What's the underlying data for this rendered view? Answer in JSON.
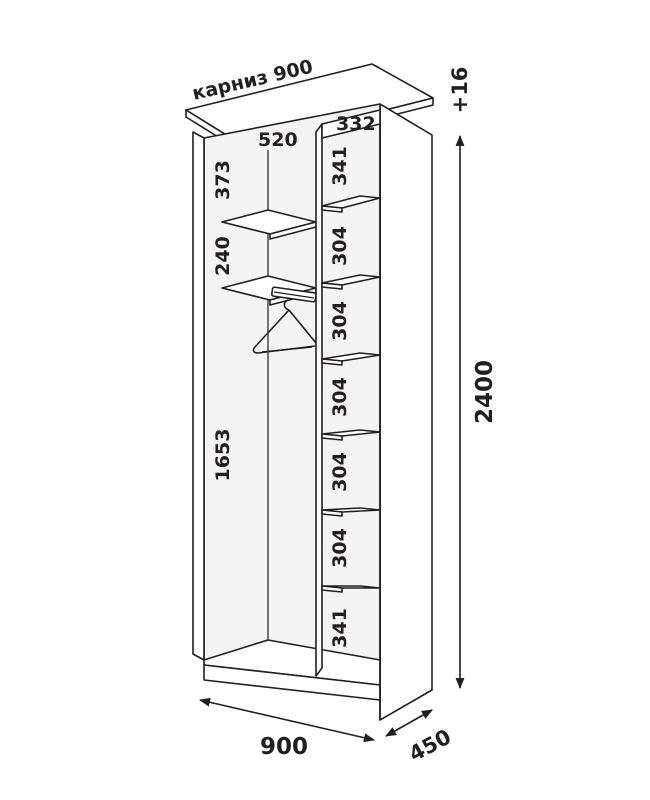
{
  "labels": {
    "cornice": "карниз 900",
    "left_depth": "520",
    "right_depth": "332",
    "top_gap": "373",
    "shelf_gap": "240",
    "hanging_height": "1653",
    "cornice_add": "+16",
    "total_height": "2400",
    "total_width": "900",
    "total_depth": "450"
  },
  "right_shelf_gaps": [
    "341",
    "304",
    "304",
    "304",
    "304",
    "304",
    "341"
  ],
  "colors": {
    "line": "#231f20",
    "background": "#ffffff"
  },
  "icons": {
    "hanger": "coat-hanger-icon",
    "rail": "hanging-rail"
  }
}
